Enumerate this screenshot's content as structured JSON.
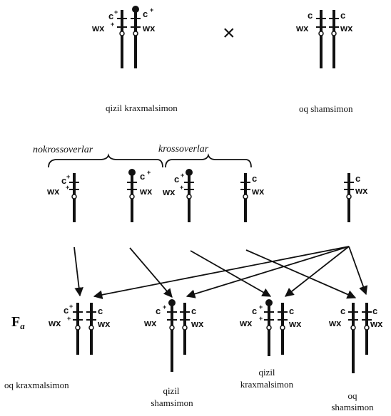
{
  "parents": {
    "female_caption": "qizil kraxmalsimon",
    "male_caption": "oq shamsimon",
    "cross_symbol": "×"
  },
  "gamete_groups": {
    "noncrossover_label": "nokrossoverlar",
    "crossover_label": "krossoverlar"
  },
  "genes": {
    "c": "c",
    "wx": "wx",
    "plus": "+"
  },
  "offspring": {
    "generation_label": "F",
    "generation_sub": "a",
    "captions": [
      [
        "oq kraxmalsimon"
      ],
      [
        "qizil",
        "shamsimon"
      ],
      [
        "qizil",
        "kraxmalsimon"
      ],
      [
        "oq",
        "shamsimon"
      ]
    ]
  }
}
